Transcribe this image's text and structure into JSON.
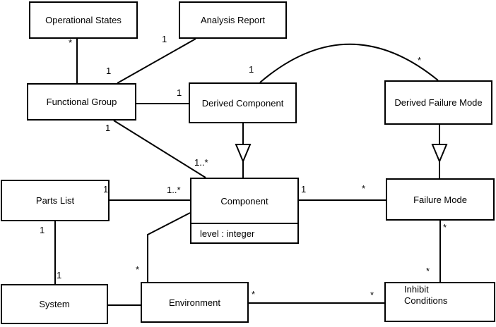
{
  "diagram": {
    "type": "uml-class-diagram",
    "background": "#ffffff",
    "line_color": "#000000",
    "text_color": "#000000",
    "nodes": {
      "operational_states": {
        "label": "Operational States"
      },
      "analysis_report": {
        "label": "Analysis Report"
      },
      "functional_group": {
        "label": "Functional Group"
      },
      "derived_component": {
        "label": "Derived Component"
      },
      "derived_failure_mode": {
        "label": "Derived Failure Mode"
      },
      "parts_list": {
        "label": "Parts List"
      },
      "component": {
        "label": "Component",
        "attributes": [
          "level : integer"
        ]
      },
      "failure_mode": {
        "label": "Failure Mode"
      },
      "system": {
        "label": "System"
      },
      "environment": {
        "label": "Environment"
      },
      "inhibit_conditions": {
        "label": "Inhibit\nConditions"
      }
    },
    "multiplicity_labels": [
      {
        "text": "*"
      },
      {
        "text": "1"
      },
      {
        "text": "1"
      },
      {
        "text": "1"
      },
      {
        "text": "1"
      },
      {
        "text": "*"
      },
      {
        "text": "1"
      },
      {
        "text": "1..*"
      },
      {
        "text": "1"
      },
      {
        "text": "1..*"
      },
      {
        "text": "1"
      },
      {
        "text": "*"
      },
      {
        "text": "*"
      },
      {
        "text": "*"
      },
      {
        "text": "*"
      },
      {
        "text": "*"
      },
      {
        "text": "1"
      },
      {
        "text": "1"
      },
      {
        "text": "*"
      }
    ],
    "edges": [
      {
        "from": "operational_states",
        "to": "functional_group",
        "type": "association"
      },
      {
        "from": "analysis_report",
        "to": "functional_group",
        "type": "association"
      },
      {
        "from": "functional_group",
        "to": "derived_component",
        "type": "association"
      },
      {
        "from": "functional_group",
        "to": "component",
        "type": "association"
      },
      {
        "from": "derived_component",
        "to": "derived_failure_mode",
        "type": "association",
        "shape": "arc"
      },
      {
        "from": "derived_component",
        "to": "component",
        "type": "generalization"
      },
      {
        "from": "derived_failure_mode",
        "to": "failure_mode",
        "type": "generalization"
      },
      {
        "from": "parts_list",
        "to": "component",
        "type": "association"
      },
      {
        "from": "component",
        "to": "failure_mode",
        "type": "association"
      },
      {
        "from": "failure_mode",
        "to": "inhibit_conditions",
        "type": "association"
      },
      {
        "from": "environment",
        "to": "inhibit_conditions",
        "type": "association"
      },
      {
        "from": "system",
        "to": "environment",
        "type": "association"
      },
      {
        "from": "parts_list",
        "to": "system",
        "type": "association"
      },
      {
        "from": "component",
        "to": "environment",
        "type": "association"
      }
    ]
  }
}
